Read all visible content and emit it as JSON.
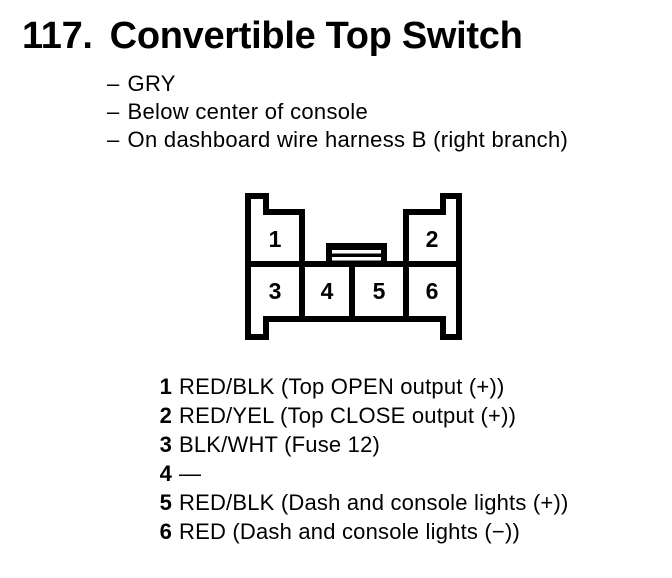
{
  "header": {
    "number": "117.",
    "title": "Convertible Top Switch"
  },
  "notes": {
    "bullet": "–",
    "items": [
      "GRY",
      "Below center of console",
      "On dashboard wire harness B (right branch)"
    ]
  },
  "connector": {
    "pins": [
      "1",
      "2",
      "3",
      "4",
      "5",
      "6"
    ]
  },
  "pin_list": [
    {
      "pin": "1",
      "desc": "RED/BLK (Top OPEN output (+))"
    },
    {
      "pin": "2",
      "desc": "RED/YEL (Top CLOSE output (+))"
    },
    {
      "pin": "3",
      "desc": "BLK/WHT (Fuse 12)"
    },
    {
      "pin": "4",
      "desc": "—"
    },
    {
      "pin": "5",
      "desc": "RED/BLK (Dash and console lights (+))"
    },
    {
      "pin": "6",
      "desc": "RED (Dash and console lights (−))"
    }
  ],
  "colors": {
    "ink": "#000000",
    "paper": "#ffffff"
  }
}
